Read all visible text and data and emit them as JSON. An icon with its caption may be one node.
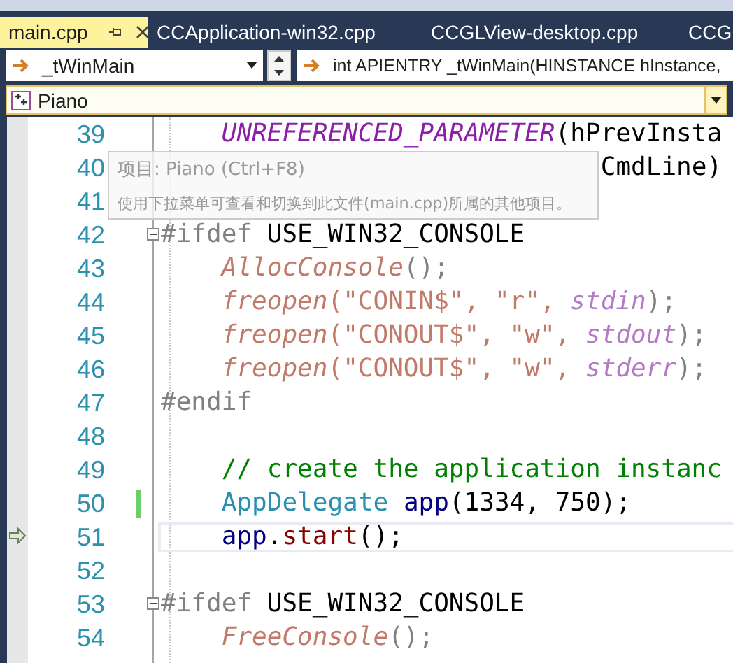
{
  "diagram": {
    "nodes": [
      {
        "text": [
          "main.cpp"
        ]
      },
      {
        "text": [
          "CCApplication-win32.cpp"
        ]
      },
      {
        "text": [
          "CCGLView-desktop.cpp"
        ]
      },
      {
        "text": [
          "CCG"
        ]
      },
      {
        "text": [
          "_tWinMain"
        ]
      },
      {
        "text": [
          "int APIENTRY _tWinMain(HINSTANCE hInstance,"
        ]
      },
      {
        "text": [
          "Piano"
        ]
      },
      {
        "text": [
          "项目: Piano (Ctrl+F8)",
          "使用下拉菜单可查看和切换到此文件(main.cpp)所属的其他项目。"
        ]
      }
    ],
    "labels": [
      "39",
      "UNREFERENCED_PARAMETER",
      "(hPrevInsta",
      "40",
      "CmdLine)",
      "41",
      "42",
      "#ifdef",
      "USE_WIN32_CONSOLE",
      "43",
      "AllocConsole",
      "();",
      "44",
      "freopen",
      "(\"CONIN$\", \"r\",",
      "stdin",
      ");",
      "45",
      "freopen",
      "(\"CONOUT$\", \"w\",",
      "stdout",
      ");",
      "46",
      "freopen",
      "(\"CONOUT$\", \"w\",",
      "stderr",
      ");",
      "47",
      "#endif",
      "48",
      "49",
      "// create the application instanc",
      "50",
      "AppDelegate",
      "app",
      "(1334, 750);",
      "51",
      "app",
      ".",
      "start",
      "();",
      "52",
      "53",
      "#ifdef",
      "USE_WIN32_CONSOLE",
      "54",
      "FreeConsole",
      "();"
    ]
  }
}
